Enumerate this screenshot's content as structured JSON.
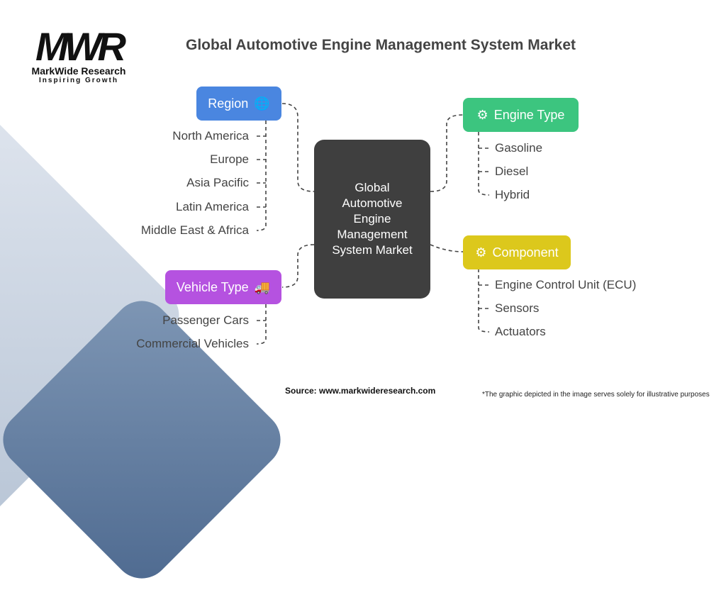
{
  "logo": {
    "mark": "MWR",
    "name": "MarkWide Research",
    "tagline": "Inspiring Growth"
  },
  "title": "Global Automotive Engine Management System Market",
  "center": "Global Automotive Engine Management System Market",
  "branches": {
    "region": {
      "label": "Region",
      "color": "#4a86e0",
      "items": [
        "North America",
        "Europe",
        "Asia Pacific",
        "Latin America",
        "Middle East & Africa"
      ]
    },
    "vehicle": {
      "label": "Vehicle Type",
      "color": "#b552e0",
      "items": [
        "Passenger Cars",
        "Commercial Vehicles"
      ]
    },
    "engine": {
      "label": "Engine Type",
      "color": "#3cc57f",
      "items": [
        "Gasoline",
        "Diesel",
        "Hybrid"
      ]
    },
    "component": {
      "label": "Component",
      "color": "#dcc81c",
      "items": [
        "Engine Control Unit (ECU)",
        "Sensors",
        "Actuators"
      ]
    }
  },
  "source": "Source: www.markwideresearch.com",
  "note": "*The graphic depicted in the image serves solely for illustrative purposes"
}
